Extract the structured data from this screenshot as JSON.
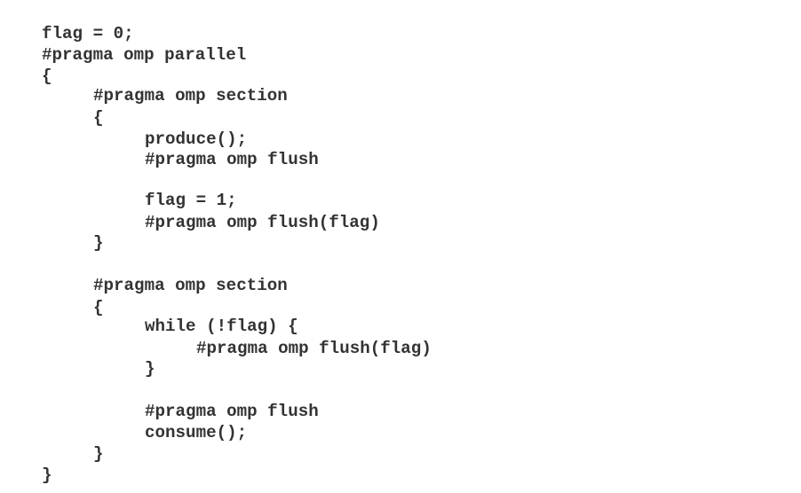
{
  "code": {
    "lines": [
      "flag = 0;",
      "#pragma omp parallel",
      "{",
      "#pragma omp section",
      "{",
      "produce();",
      "#pragma omp flush",
      "flag = 1;",
      "#pragma omp flush(flag)",
      "}",
      "#pragma omp section",
      "{",
      "while (!flag) {",
      "#pragma omp flush(flag)",
      "}",
      "#pragma omp flush",
      "consume();",
      "}",
      "}"
    ]
  }
}
